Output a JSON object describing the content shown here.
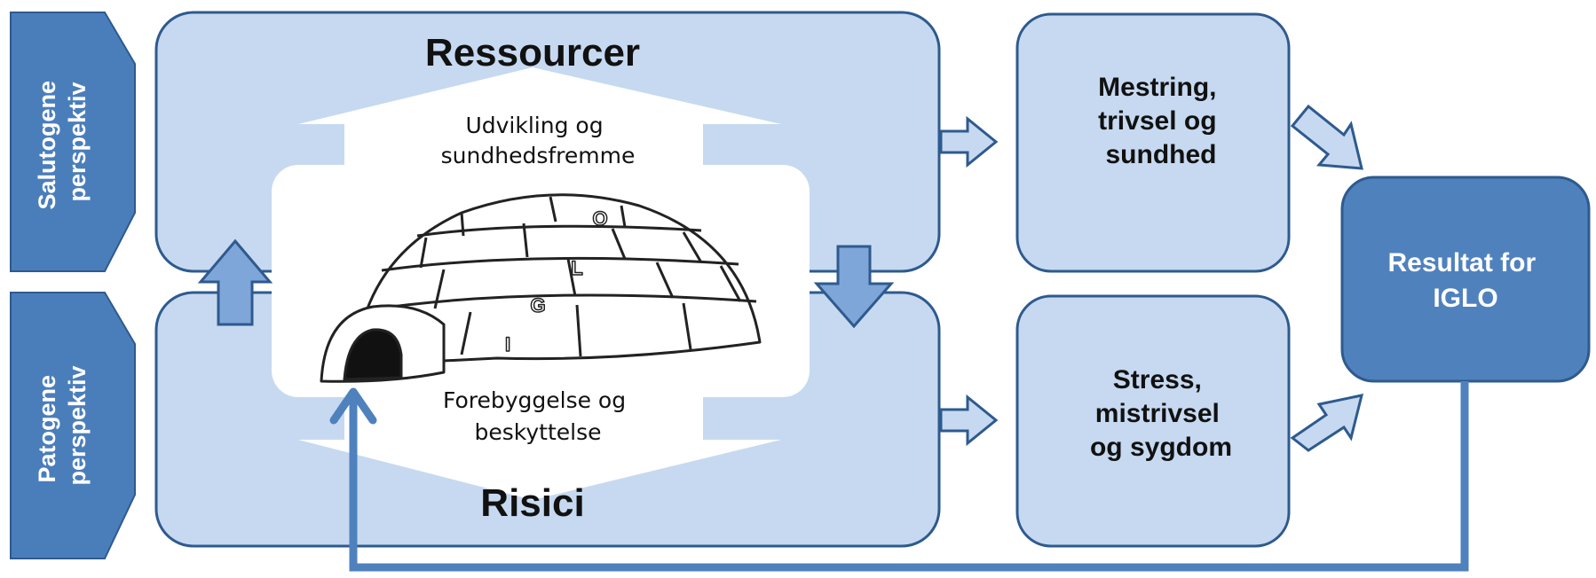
{
  "side_labels": {
    "salutogene": [
      "Salutogene",
      "perspektiv"
    ],
    "patogene": [
      "Patogene",
      "perspektiv"
    ]
  },
  "main": {
    "resources_title": "Ressourcer",
    "risks_title": "Risici",
    "development_text": [
      "Udvikling og",
      "sundhedsfremme"
    ],
    "prevention_text": [
      "Forebyggelse og",
      "beskyttelse"
    ],
    "igloo_letters": [
      "O",
      "L",
      "G",
      "I"
    ]
  },
  "outcomes": {
    "positive": [
      "Mestring,",
      "trivsel og",
      "sundhed"
    ],
    "negative": [
      "Stress,",
      "mistrivsel",
      "og sygdom"
    ]
  },
  "result": [
    "Resultat for",
    "IGLO"
  ],
  "colors": {
    "panel_fill": "#c6d9f0",
    "panel_stroke": "#2e5a8e",
    "side_fill": "#4a7ebb",
    "result_fill": "#4f81bd",
    "arrow_fill": "#7ea6d8",
    "arrow_stroke": "#2e5a8e",
    "feedback": "#4f81bd"
  }
}
